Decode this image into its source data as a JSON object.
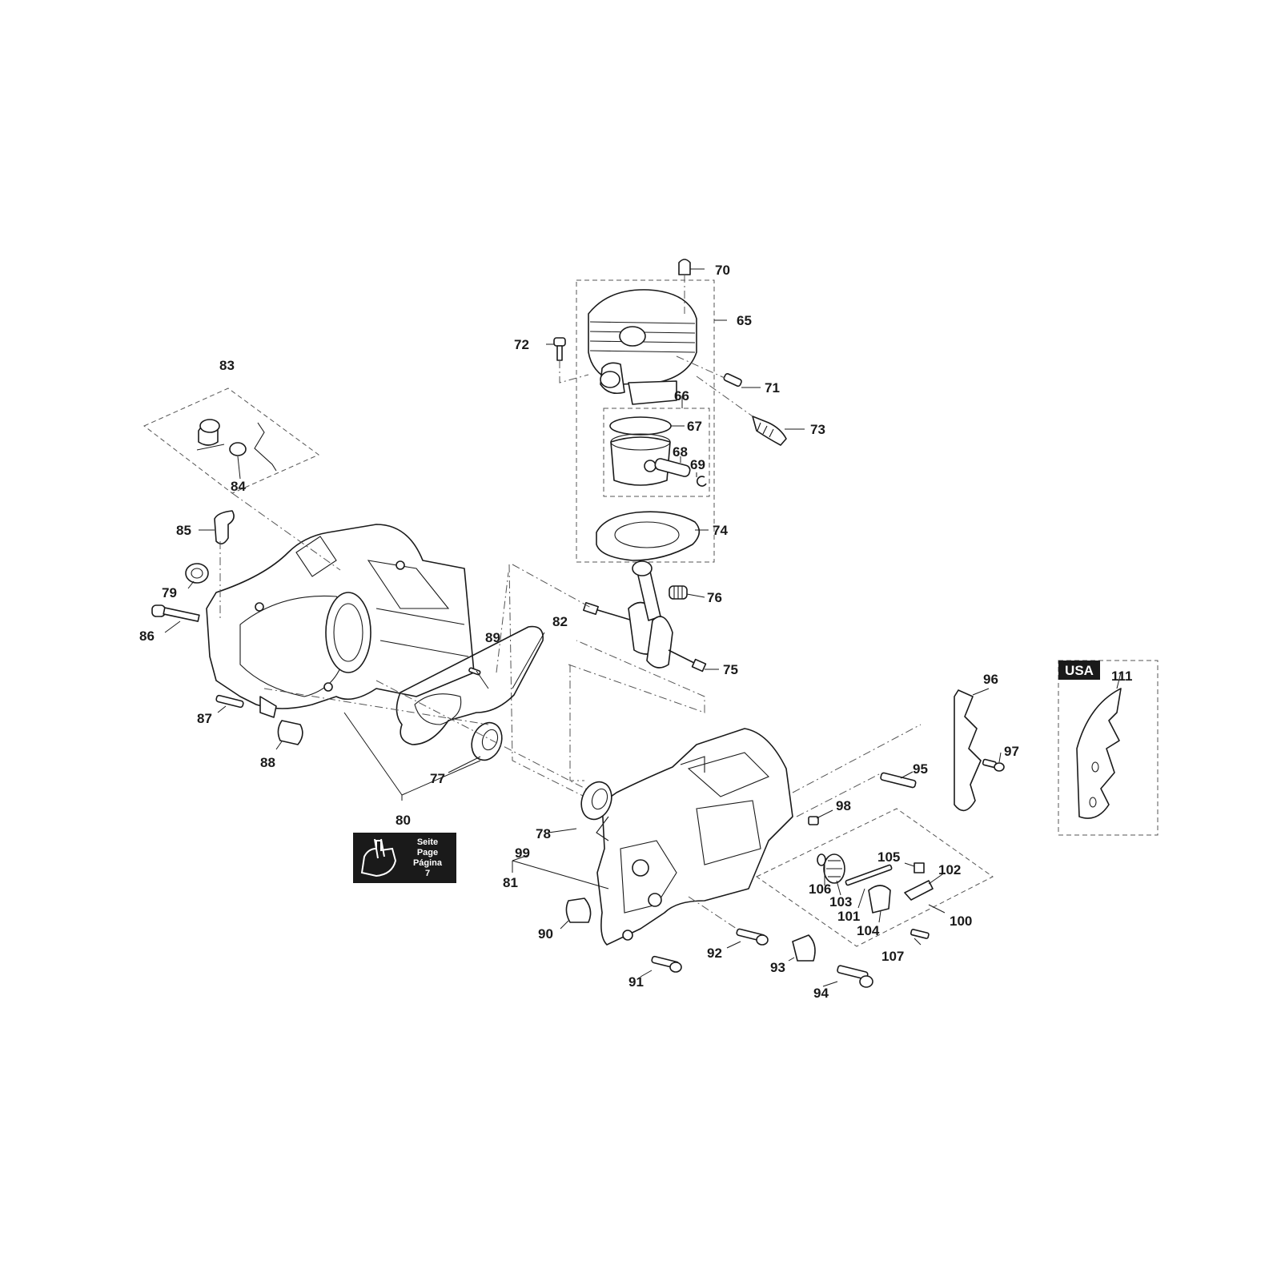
{
  "labels": {
    "l65": "65",
    "l66": "66",
    "l67": "67",
    "l68": "68",
    "l69": "69",
    "l70": "70",
    "l71": "71",
    "l72": "72",
    "l73": "73",
    "l74": "74",
    "l75": "75",
    "l76": "76",
    "l77": "77",
    "l78": "78",
    "l79": "79",
    "l80": "80",
    "l81": "81",
    "l82": "82",
    "l83": "83",
    "l84": "84",
    "l85": "85",
    "l86": "86",
    "l87": "87",
    "l88": "88",
    "l89": "89",
    "l90": "90",
    "l91": "91",
    "l92": "92",
    "l93": "93",
    "l94": "94",
    "l95": "95",
    "l96": "96",
    "l97": "97",
    "l98": "98",
    "l99": "99",
    "l100": "100",
    "l101": "101",
    "l102": "102",
    "l103": "103",
    "l104": "104",
    "l105": "105",
    "l106": "106",
    "l107": "107",
    "l111": "111"
  },
  "usa_badge": "USA",
  "page_ref": {
    "line1": "Seite",
    "line2": "Page",
    "line3": "Página",
    "line4": "7"
  },
  "colors": {
    "ink": "#1a1a1a",
    "badge_bg": "#1a1a1a",
    "badge_text": "#ffffff",
    "paper": "#ffffff"
  }
}
